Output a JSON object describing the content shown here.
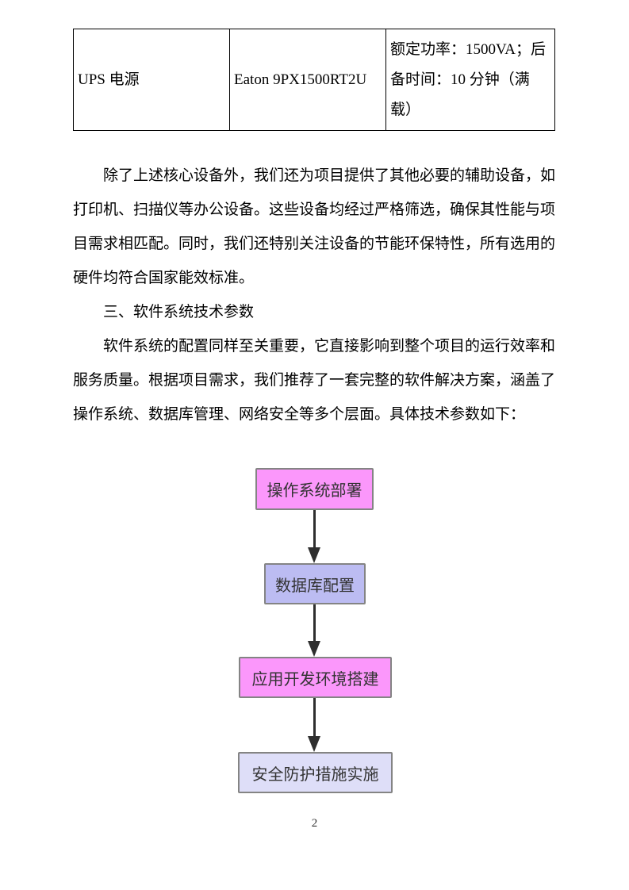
{
  "table": {
    "rows": [
      {
        "device": "UPS 电源",
        "model": "Eaton 9PX1500RT2U",
        "specs": "额定功率：1500VA；后备时间：10 分钟（满载）"
      }
    ]
  },
  "document": {
    "paragraph_1": "除了上述核心设备外，我们还为项目提供了其他必要的辅助设备，如打印机、扫描仪等办公设备。这些设备均经过严格筛选，确保其性能与项目需求相匹配。同时，我们还特别关注设备的节能环保特性，所有选用的硬件均符合国家能效标准。",
    "section_heading": "三、软件系统技术参数",
    "paragraph_2": "软件系统的配置同样至关重要，它直接影响到整个项目的运行效率和服务质量。根据项目需求，我们推荐了一套完整的软件解决方案，涵盖了操作系统、数据库管理、网络安全等多个层面。具体技术参数如下：",
    "page_number": "2"
  },
  "flowchart": {
    "nodes": [
      {
        "label": "操作系统部署",
        "fill": "#fb97fb"
      },
      {
        "label": "数据库配置",
        "fill": "#bcbcf2"
      },
      {
        "label": "应用开发环境搭建",
        "fill": "#fb97fb"
      },
      {
        "label": "安全防护措施实施",
        "fill": "#dedef8"
      }
    ],
    "node_border_color": "#848484",
    "node_text_color": "#333333",
    "arrow_color": "#2e2e2e"
  }
}
